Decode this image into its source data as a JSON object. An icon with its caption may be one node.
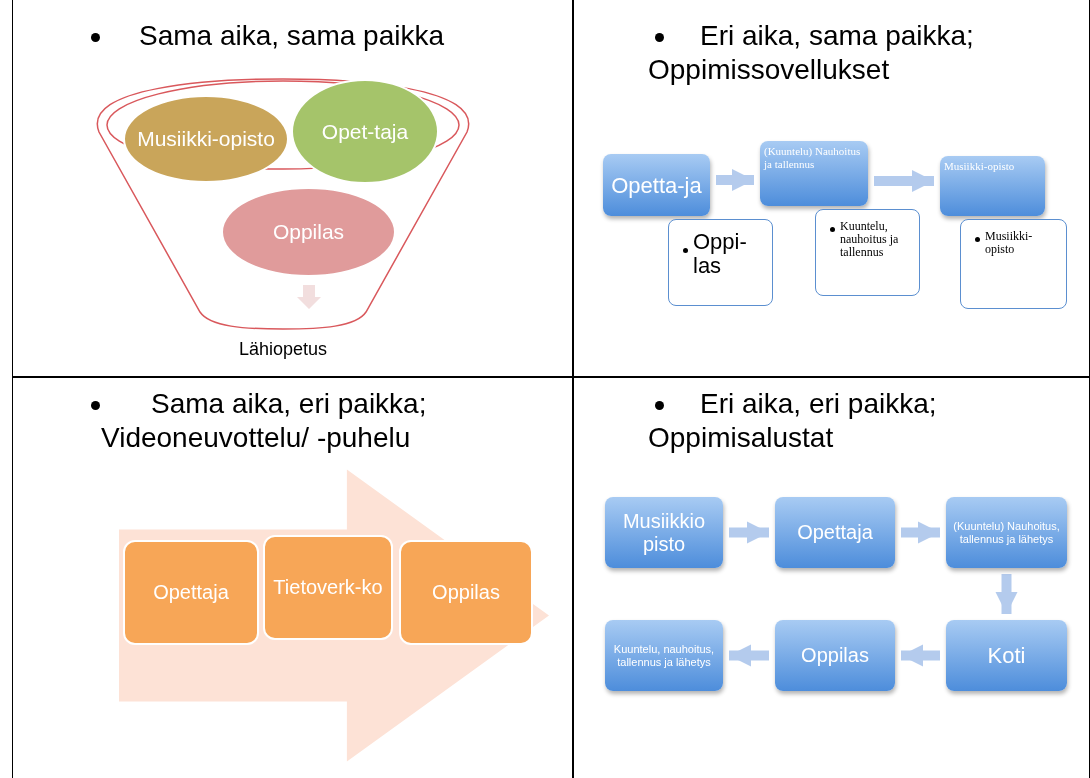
{
  "diagram": {
    "nodes": [
      {
        "text": [
          "Sama aika, sama paikka"
        ]
      },
      {
        "text": [
          "Lähiopetus"
        ],
        "in": 0
      },
      {
        "text": [
          "Musiikki-opisto"
        ],
        "in": 1
      },
      {
        "text": [
          "Opet-taja"
        ],
        "in": 1
      },
      {
        "text": [
          "Oppilas"
        ],
        "in": 1
      },
      {
        "text": [
          "Eri aika, sama paikka; Oppimissovellukset"
        ]
      },
      {
        "text": [
          "Opetta-ja"
        ],
        "in": 5
      },
      {
        "text": [
          "Oppi-las"
        ],
        "in": 5
      },
      {
        "text": [
          "(Kuuntelu) Nauhoitus ja tallennus"
        ],
        "in": 5
      },
      {
        "text": [
          "Kuuntelu, nauhoitus ja tallennus"
        ],
        "in": 5
      },
      {
        "text": [
          "Musiikki-opisto"
        ],
        "in": 5
      },
      {
        "text": [
          "Musiikki-opisto"
        ],
        "in": 5
      },
      {
        "text": [
          "Sama aika, eri paikka; Videoneuvottelu/ -puhelu"
        ]
      },
      {
        "text": [
          "Opettaja"
        ],
        "in": 12
      },
      {
        "text": [
          "Tietoverk-ko"
        ],
        "in": 12
      },
      {
        "text": [
          "Oppilas"
        ],
        "in": 12
      },
      {
        "text": [
          "Eri aika, eri paikka; Oppimisalustat"
        ]
      },
      {
        "text": [
          "Musiikkio pisto"
        ],
        "in": 16
      },
      {
        "text": [
          "Opettaja"
        ],
        "in": 16
      },
      {
        "text": [
          "(Kuuntelu) Nauhoitus, tallennus ja lähetys"
        ],
        "in": 16
      },
      {
        "text": [
          "Koti"
        ],
        "in": 16
      },
      {
        "text": [
          "Oppilas"
        ],
        "in": 16
      },
      {
        "text": [
          "Kuuntelu, nauhoitus, tallennus ja lähetys"
        ],
        "in": 16
      }
    ],
    "edges": [
      {
        "from": 6,
        "to": 8,
        "arrow": "to"
      },
      {
        "from": 8,
        "to": 10,
        "arrow": "to"
      },
      {
        "from": 13,
        "to": 15,
        "arrow": "to"
      },
      {
        "from": 17,
        "to": 18,
        "arrow": "to"
      },
      {
        "from": 18,
        "to": 19,
        "arrow": "to"
      },
      {
        "from": 19,
        "to": 20,
        "arrow": "to"
      },
      {
        "from": 20,
        "to": 21,
        "arrow": "to"
      },
      {
        "from": 21,
        "to": 22,
        "arrow": "to"
      }
    ]
  }
}
